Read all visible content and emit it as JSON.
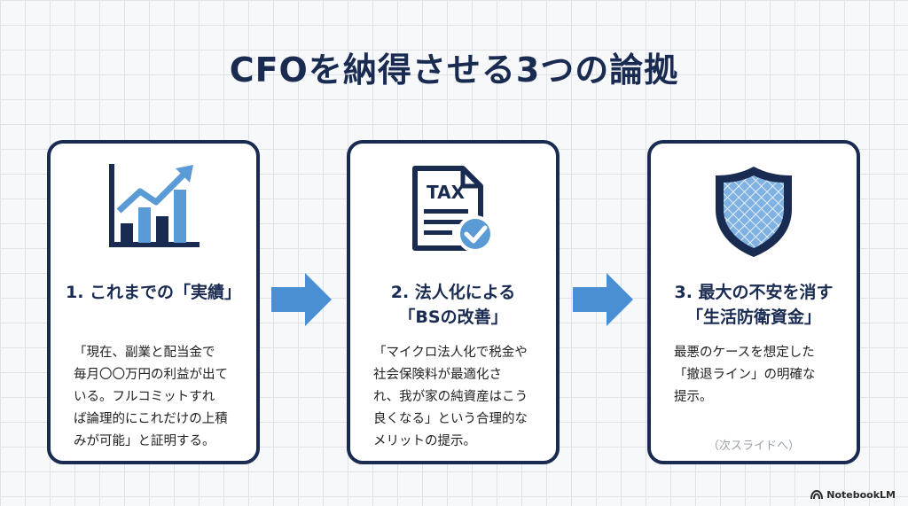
{
  "title": "CFOを納得させる3つの論拠",
  "cards": [
    {
      "icon": "growth-chart-icon",
      "title_lines": [
        "1. これまでの「実績」"
      ],
      "body_lines": [
        "「現在、副業と配当金で",
        "毎月〇〇万円の利益が出て",
        "いる。フルコミットすれ",
        "ば論理的にこれだけの上積",
        "みが可能」と証明する。"
      ]
    },
    {
      "icon": "tax-document-check-icon",
      "icon_text": "TAX",
      "title_lines": [
        "2. 法人化による",
        "「BSの改善」"
      ],
      "body_lines": [
        "「マイクロ法人化で税金や",
        "社会保険料が最適化さ",
        "れ、我が家の純資産はこう",
        "良くなる」という合理的な",
        "メリットの提示。"
      ]
    },
    {
      "icon": "shield-icon",
      "title_lines": [
        "3. 最大の不安を消す",
        "「生活防衛資金」"
      ],
      "body_lines": [
        "最悪のケースを想定した",
        "「撤退ライン」の明確な",
        "提示。"
      ],
      "note": "（次スライドへ）"
    }
  ],
  "colors": {
    "navy": "#1a2b52",
    "light_blue": "#5b9bd5",
    "mid_blue": "#4a8fd4"
  },
  "brand": {
    "name": "NotebookLM",
    "icon": "notebooklm-logo-icon"
  }
}
